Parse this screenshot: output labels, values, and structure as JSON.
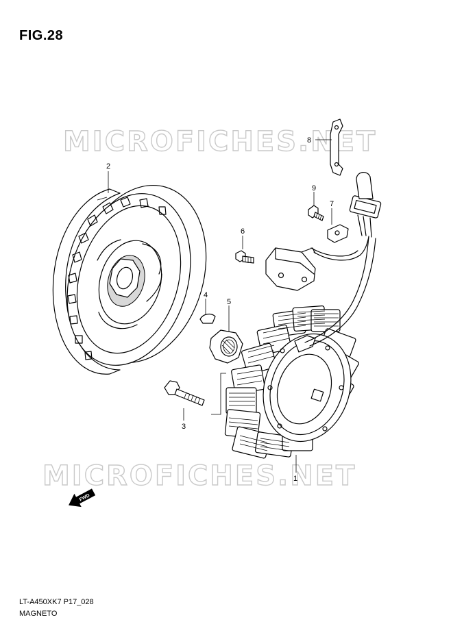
{
  "figure_title": "FIG.28",
  "footer": {
    "model_code": "LT-A450XK7 P17_028",
    "section_name": "MAGNETO"
  },
  "watermark_text": "MICROFICHES.NET",
  "fwd_label": "FWD",
  "callouts": {
    "p1": "1",
    "p2": "2",
    "p3": "3",
    "p4": "4",
    "p5": "5",
    "p6": "6",
    "p7": "7",
    "p8": "8",
    "p9": "9"
  },
  "colors": {
    "line": "#000000",
    "watermark_outline": "#c9c9c9",
    "background": "#ffffff"
  }
}
